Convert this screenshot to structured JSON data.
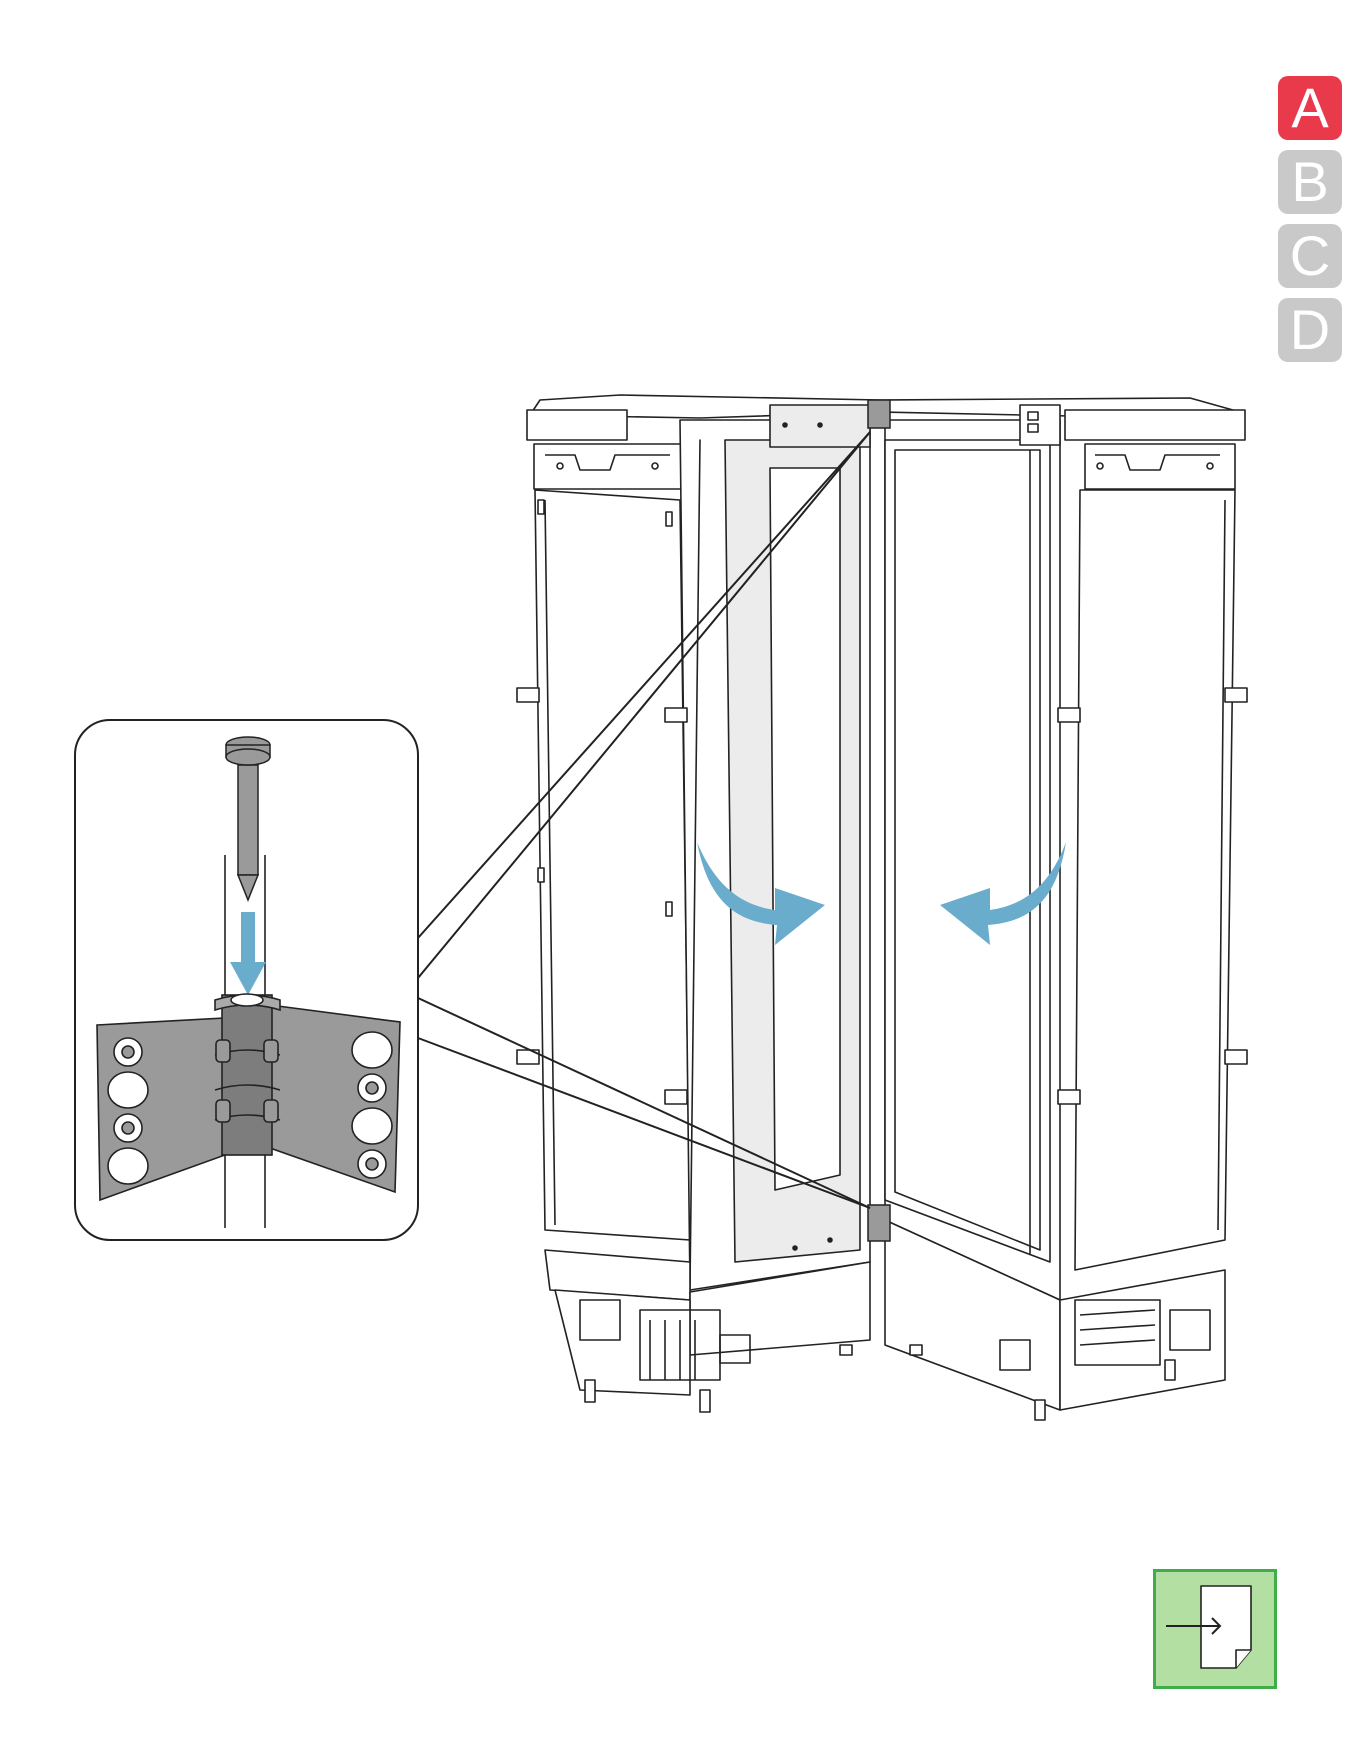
{
  "step_tabs": [
    {
      "label": "A",
      "active": true
    },
    {
      "label": "B",
      "active": false
    },
    {
      "label": "C",
      "active": false
    },
    {
      "label": "D",
      "active": false
    }
  ],
  "colors": {
    "active_tab": "#e83a4a",
    "inactive_tab": "#c9c9c9",
    "arrow_blue": "#6aaccc",
    "next_fill": "#b3e0a2",
    "next_border": "#3fae49",
    "hinge_gray": "#9a9a9a"
  },
  "icons": {
    "next": "page-arrow-right-icon",
    "rotate_left": "curved-arrow-right-icon",
    "rotate_right": "curved-arrow-left-icon",
    "insert": "arrow-down-icon"
  }
}
